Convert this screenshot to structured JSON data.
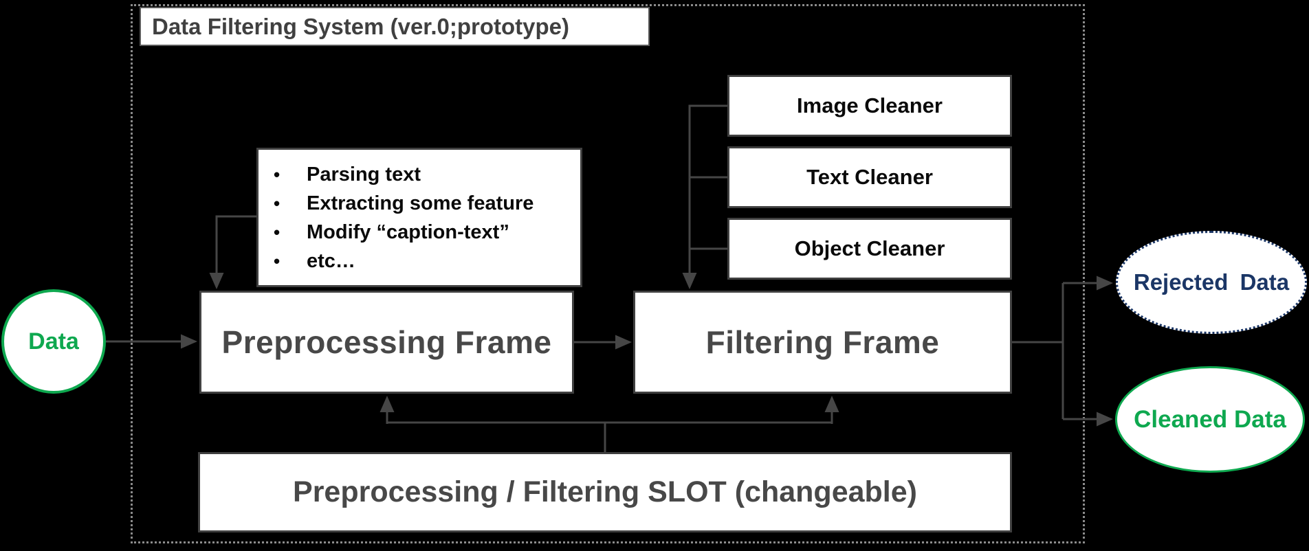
{
  "diagram": {
    "title": "Data Filtering System (ver.0;prototype)",
    "nodes": {
      "data": {
        "label": "Data"
      },
      "preprocessing_frame": {
        "label": "Preprocessing Frame"
      },
      "filtering_frame": {
        "label": "Filtering Frame"
      },
      "cleaners": [
        {
          "label": "Image Cleaner"
        },
        {
          "label": "Text Cleaner"
        },
        {
          "label": "Object Cleaner"
        }
      ],
      "slot": {
        "label": "Preprocessing / Filtering SLOT (changeable)"
      },
      "rejected_data": {
        "label": "Rejected Data"
      },
      "cleaned_data": {
        "label": "Cleaned Data"
      }
    },
    "preprocessing_notes": {
      "bullet": "•",
      "items": [
        "Parsing text",
        "Extracting some feature",
        "Modify “caption-text”",
        "etc…"
      ]
    },
    "colors": {
      "background": "#000000",
      "box_fill": "#FFFFFF",
      "box_border": "#404040",
      "connector": "#464646",
      "frame_text": "#484848",
      "note_text": "#0A0A0A",
      "green_accent": "#0EA84F",
      "navy_accent": "#1B3666",
      "dashed_boundary": "#8C8C8C"
    }
  }
}
